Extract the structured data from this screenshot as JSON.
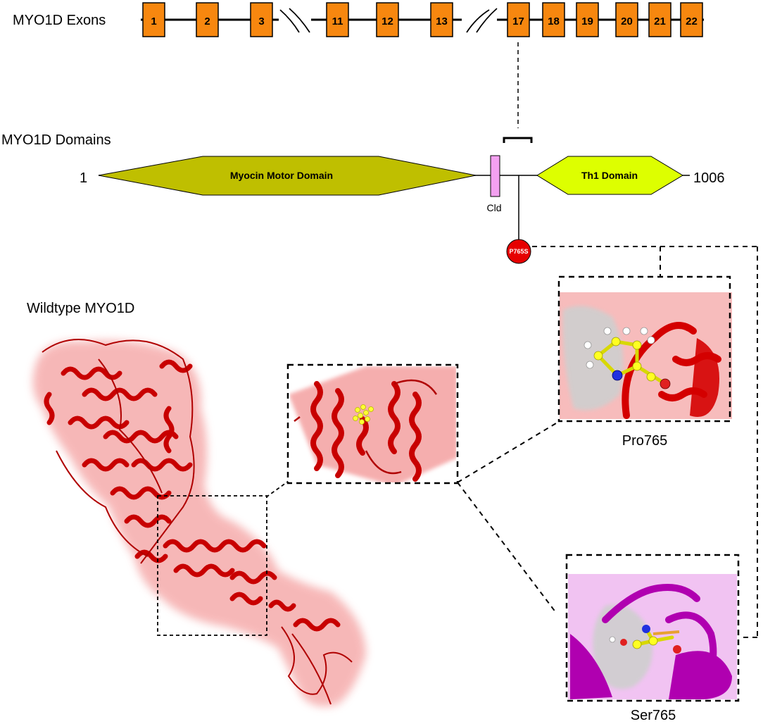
{
  "exons": {
    "title": "MYO1D Exons",
    "numbers": [
      "1",
      "2",
      "3",
      "11",
      "12",
      "13",
      "17",
      "18",
      "19",
      "20",
      "21",
      "22"
    ],
    "color": "#F7870F"
  },
  "domains": {
    "title": "MYO1D Domains",
    "start_label": "1",
    "end_label": "1006",
    "motor": {
      "label": "Myocin Motor Domain",
      "color": "#BFBF00"
    },
    "cld": {
      "label": "Cld",
      "color": "#F3A0F0"
    },
    "th1": {
      "label": "Th1 Domain",
      "color": "#DDFF00"
    },
    "mutation": {
      "label": "P765S",
      "color": "#E60000"
    }
  },
  "structure": {
    "wildtype_label": "Wildtype MYO1D",
    "pro_label": "Pro765",
    "ser_label": "Ser765",
    "wt_color": "#D40000",
    "mut_color": "#B000B0"
  }
}
